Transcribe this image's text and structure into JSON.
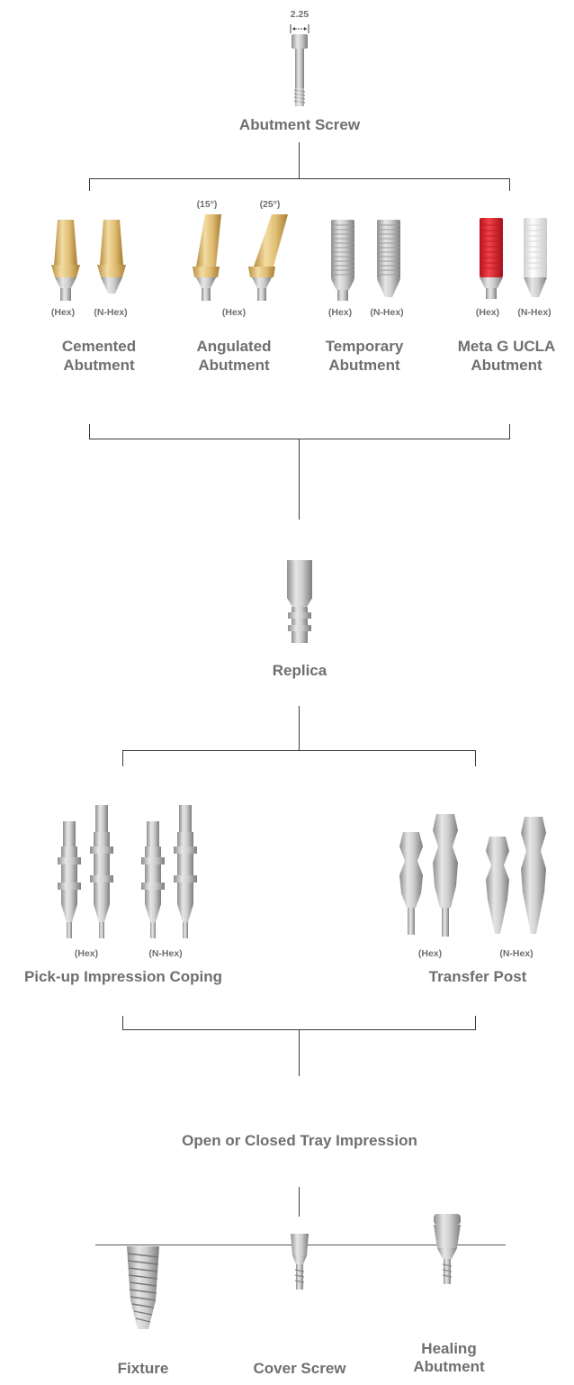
{
  "abutment_screw": {
    "dimension": "2.25",
    "label": "Abutment Screw"
  },
  "abutments": [
    {
      "name": "Cemented Abutment",
      "line1": "Cemented",
      "line2": "Abutment",
      "variants": [
        "(Hex)",
        "(N-Hex)"
      ]
    },
    {
      "name": "Angulated Abutment",
      "line1": "Angulated",
      "line2": "Abutment",
      "variants": [
        "(Hex)"
      ],
      "angles": [
        "(15°)",
        "(25°)"
      ]
    },
    {
      "name": "Temporary Abutment",
      "line1": "Temporary",
      "line2": "Abutment",
      "variants": [
        "(Hex)",
        "(N-Hex)"
      ]
    },
    {
      "name": "Meta G UCLA Abutment",
      "line1": "Meta G UCLA",
      "line2": "Abutment",
      "variants": [
        "(Hex)",
        "(N-Hex)"
      ]
    }
  ],
  "replica": {
    "label": "Replica"
  },
  "impression_parts": [
    {
      "label": "Pick-up Impression Coping",
      "variants": [
        "(Hex)",
        "(N-Hex)"
      ]
    },
    {
      "label": "Transfer Post",
      "variants": [
        "(Hex)",
        "(N-Hex)"
      ]
    }
  ],
  "tray_impression": {
    "label": "Open or Closed Tray Impression"
  },
  "base_parts": [
    {
      "label": "Fixture"
    },
    {
      "label": "Cover Screw"
    },
    {
      "label_line1": "Healing",
      "label_line2": "Abutment"
    }
  ],
  "colors": {
    "gold": "#d9b56a",
    "silver": "#b9b9b9",
    "red": "#e0202c",
    "white": "#f4f4f4",
    "line": "#3a3a3a",
    "text": "#6f6f6f"
  }
}
